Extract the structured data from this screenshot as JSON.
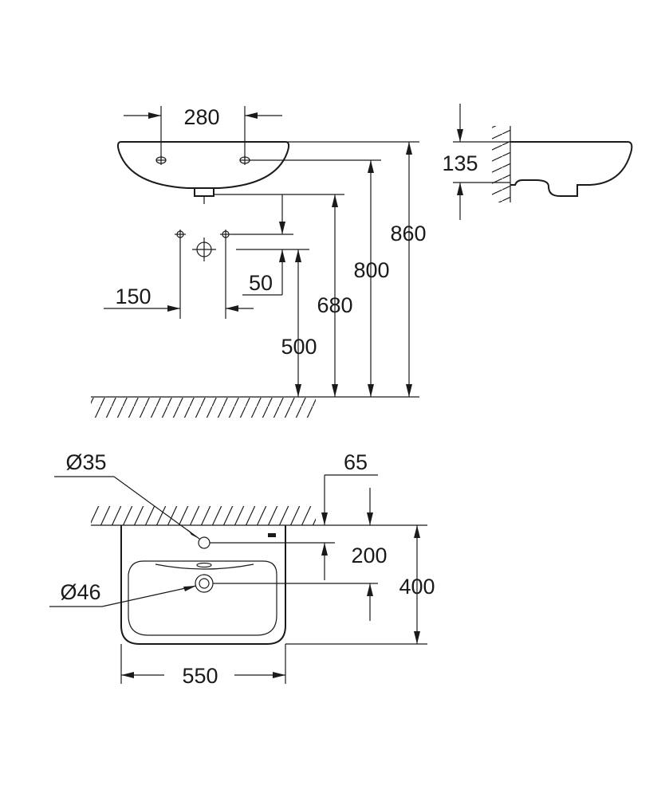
{
  "front_view": {
    "dimensions": {
      "tap_hole_spacing": "280",
      "waste_spacing": "150",
      "waste_offset": "50",
      "waste_height": "500",
      "outlet_height": "680",
      "rim_hole_height": "800",
      "overall_height": "860"
    }
  },
  "side_view": {
    "dimensions": {
      "bowl_depth": "135"
    }
  },
  "top_view": {
    "dimensions": {
      "tap_hole_diameter": "Ø35",
      "waste_diameter": "Ø46",
      "tap_hole_setback": "65",
      "waste_setback": "200",
      "projection": "400",
      "width": "550"
    }
  }
}
